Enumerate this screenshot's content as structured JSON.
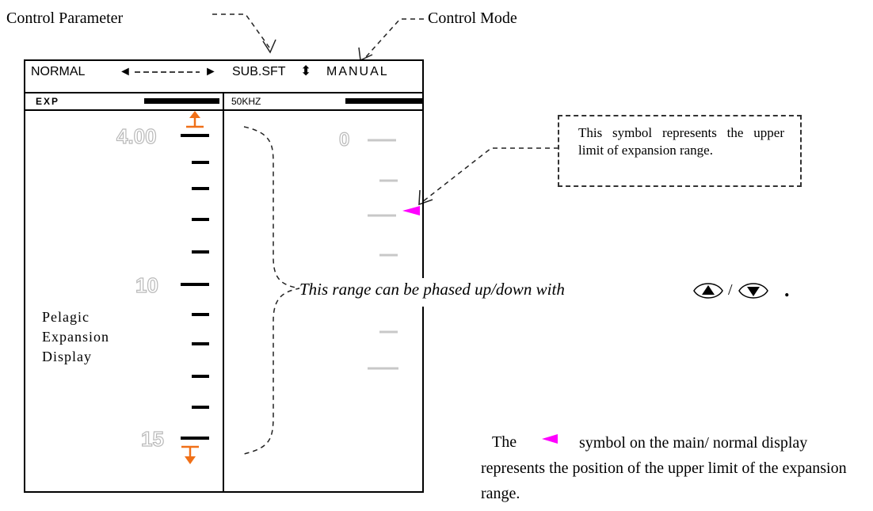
{
  "callouts": {
    "control_parameter": "Control Parameter",
    "control_mode": "Control Mode"
  },
  "screen": {
    "header": {
      "normal": "NORMAL",
      "left_arrow": "◄",
      "right_arrow": "►",
      "parameter": "SUB.SFT",
      "updown_arrow": "⬍",
      "mode": "MANUAL"
    },
    "subheader": {
      "left": "EXP",
      "right": "50KHZ"
    },
    "left_scale": {
      "top_label": "4.00",
      "mid_label": "10",
      "bottom_label": "15"
    },
    "right_scale": {
      "top_label": "0"
    },
    "pelagic_label": [
      "Pelagic",
      "Expansion",
      "Display"
    ]
  },
  "notes": {
    "upper_limit": "This symbol represents the upper limit of expansion range.",
    "phase_range": "This range can be phased up/down with",
    "phase_separator": "/",
    "phase_end": ".",
    "position_note_prefix": "The",
    "position_note_suffix": "symbol on the main/ normal display represents the position of the upper limit of the expansion range."
  },
  "colors": {
    "accent_orange": "#f07018",
    "marker_magenta": "#ff00ff",
    "ghost_gray": "#b9b9b9"
  },
  "icons": {
    "up_key": "up-triangle-key-icon",
    "down_key": "down-triangle-key-icon",
    "upper_limit_marker": "magenta-triangle-marker-icon"
  }
}
